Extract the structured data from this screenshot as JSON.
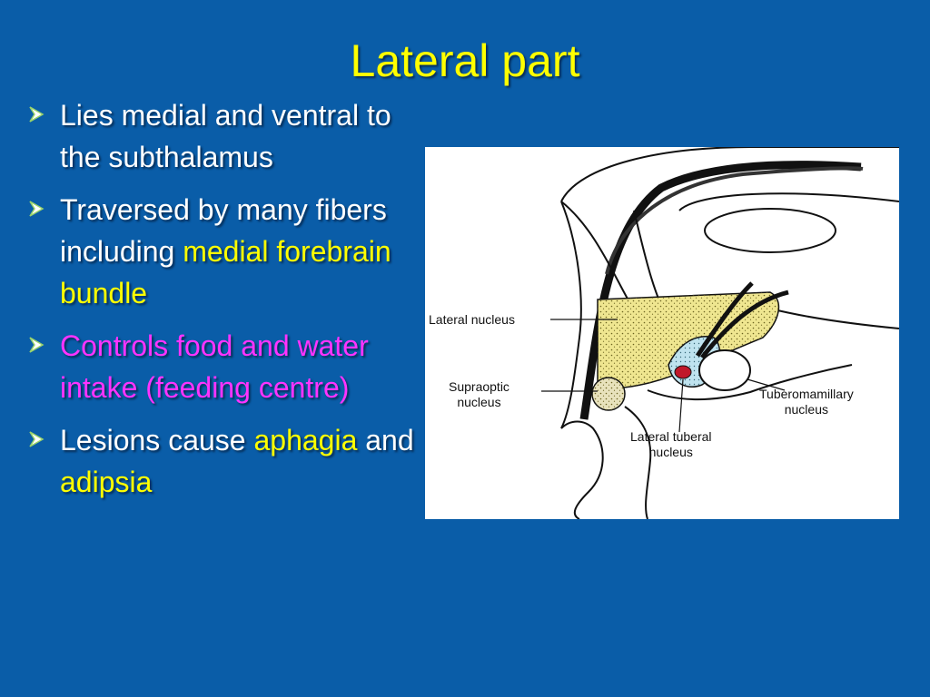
{
  "slide": {
    "title": "Lateral part"
  },
  "bullets": [
    {
      "text": "Lies medial and ventral to the subthalamus"
    },
    {
      "text": "Traversed by many fibers including ",
      "highlight": "medial forebrain bundle"
    },
    {
      "text": "Controls food and water intake (feeding centre)"
    },
    {
      "text_a": "Lesions cause ",
      "highlight_a": "aphagia",
      "text_b": " and ",
      "highlight_b": "adipsia"
    }
  ],
  "figure": {
    "labels": {
      "lateral_nucleus": "Lateral nucleus",
      "supraoptic_line1": "Supraoptic",
      "supraoptic_line2": "nucleus",
      "tuberomamillary_line1": "Tuberomamillary",
      "tuberomamillary_line2": "nucleus",
      "lateral_tuberal_line1": "Lateral tuberal",
      "lateral_tuberal_line2": "nucleus"
    }
  },
  "colors": {
    "background": "#0a5da8",
    "title": "#ffff00",
    "highlight": "#ffff00",
    "feeding_centre": "#ff33ff",
    "lateral_nucleus_fill": "#efe690",
    "tuberal_fill": "#bfe3ef",
    "tuberal_core": "#c0182a"
  }
}
